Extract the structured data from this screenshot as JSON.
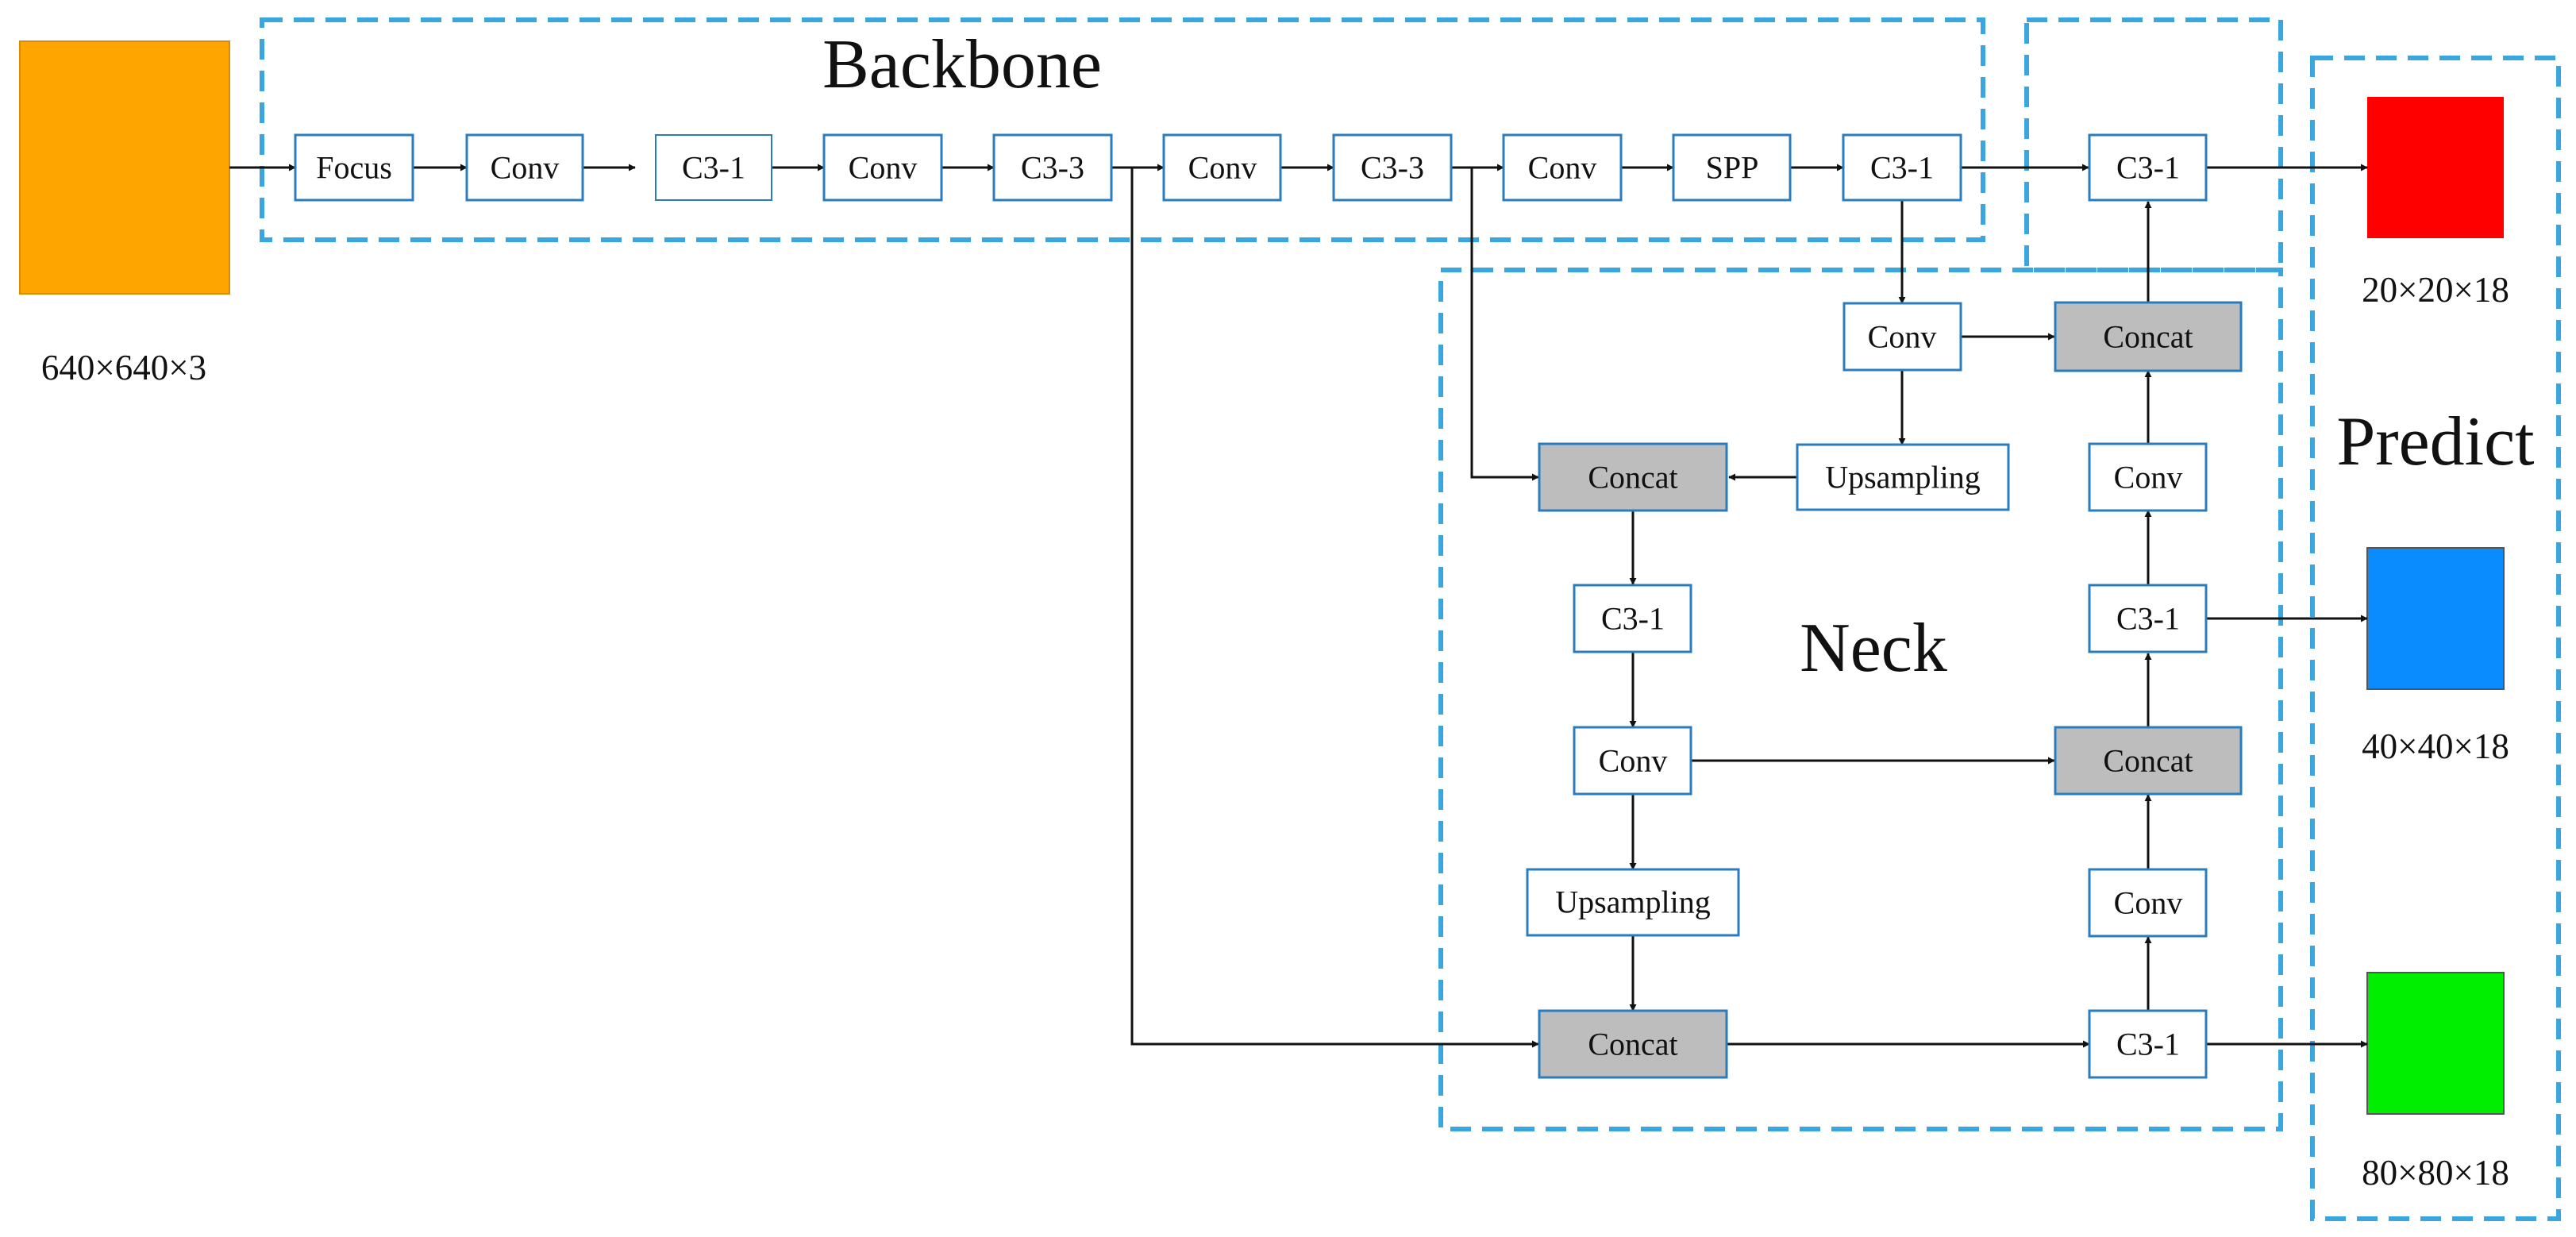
{
  "colors": {
    "group_border": "#3aa6e0",
    "box_border": "#2b7bbf",
    "box_fill": "#ffffff",
    "concat_fill": "#bdbdbd",
    "arrow": "#111111",
    "input_color": "#ffa500",
    "output_large": "#ff0000",
    "output_medium": "#0a8cff",
    "output_small": "#00ee00"
  },
  "groups": {
    "backbone": "Backbone",
    "neck": "Neck",
    "predict": "Predict"
  },
  "input": {
    "label": "640×640×3"
  },
  "outputs": {
    "large": {
      "label": "20×20×18"
    },
    "medium": {
      "label": "40×40×18"
    },
    "small": {
      "label": "80×80×18"
    }
  },
  "nodes": {
    "focus": "Focus",
    "conv1": "Conv",
    "c3_1a": "C3-1",
    "conv2": "Conv",
    "c3_3a": "C3-3",
    "conv3": "Conv",
    "c3_3b": "C3-3",
    "conv4": "Conv",
    "spp": "SPP",
    "c3_1b": "C3-1",
    "c3_1_top": "C3-1",
    "neck_conv_a": "Conv",
    "neck_concat_a": "Concat",
    "neck_upsampling_a": "Upsampling",
    "neck_concat_b": "Concat",
    "neck_c3_1_a": "C3-1",
    "neck_conv_b": "Conv",
    "neck_upsampling_b": "Upsampling",
    "neck_concat_c": "Concat",
    "neck_conv_c": "Conv",
    "neck_c3_1_b": "C3-1",
    "neck_concat_d": "Concat",
    "neck_conv_d": "Conv",
    "neck_c3_1_c": "C3-1"
  }
}
